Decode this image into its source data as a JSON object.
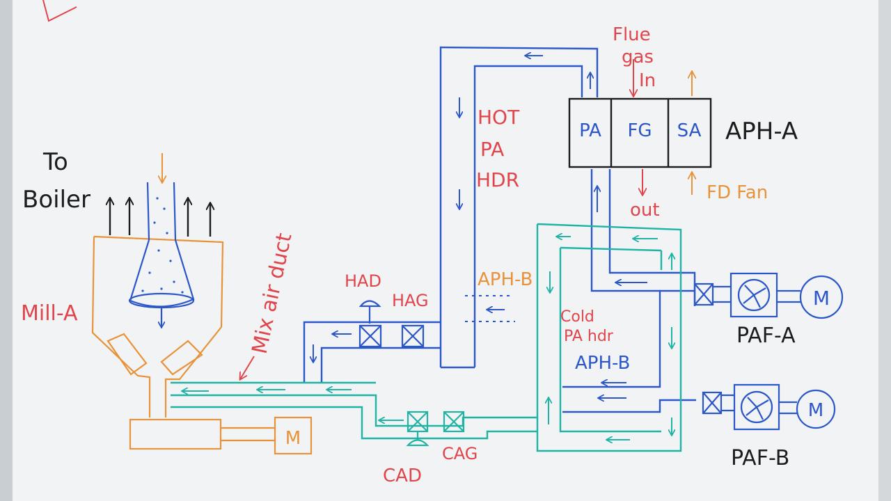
{
  "colors": {
    "board": "#f1f3f4",
    "hot_duct": "#2a56c9",
    "cold_duct": "#1fb3a6",
    "mill": "#e8923a",
    "note_red": "#e0454c",
    "ink": "#1c1c1c",
    "fd": "#e8923a"
  },
  "labels": {
    "to_boiler": [
      "To",
      "Boiler"
    ],
    "mill": "Mill-A",
    "mix_air_duct": "Mix air duct",
    "hot_pa_hdr": [
      "HOT",
      "PA",
      "HDR"
    ],
    "had": "HAD",
    "hag": "HAG",
    "aph_b_top": "APH-B",
    "flue_gas_in": [
      "Flue",
      "gas",
      "In"
    ],
    "aph_cells": [
      "PA",
      "FG",
      "SA"
    ],
    "aph_a": "APH-A",
    "out": "out",
    "fd_fan": "FD Fan",
    "cold_pa_hdr": [
      "Cold",
      "PA hdr"
    ],
    "aph_b_mid": "APH-B",
    "paf_a": "PAF-A",
    "paf_b": "PAF-B",
    "motor": "M",
    "cad": "CAD",
    "cag": "CAG"
  }
}
